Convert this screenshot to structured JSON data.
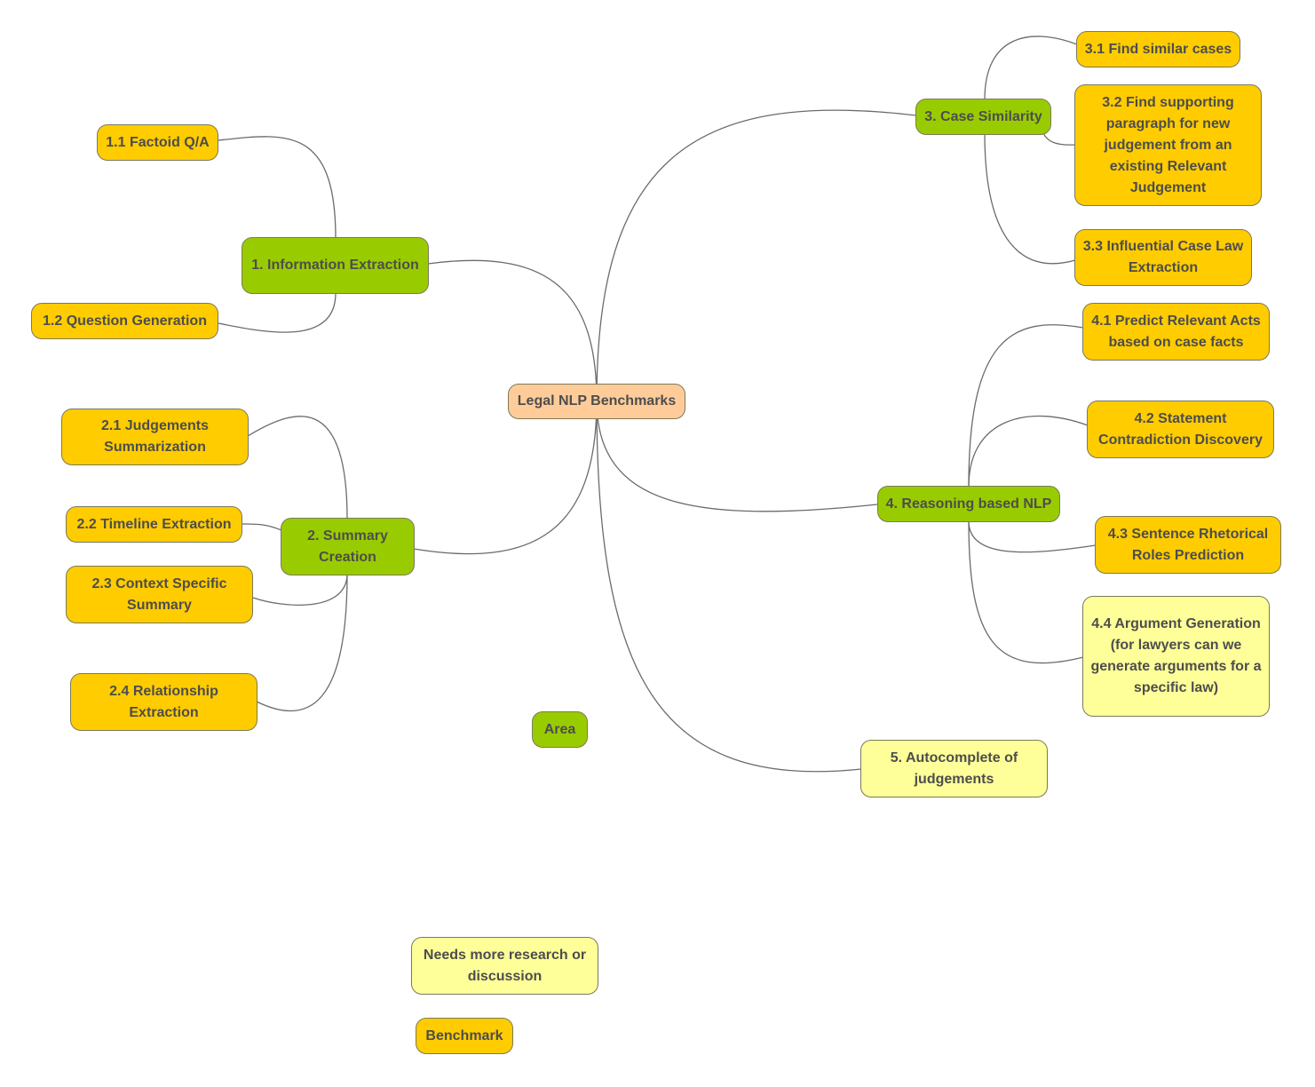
{
  "colors": {
    "root": "#ffcc99",
    "area": "#99cc00",
    "benchmark": "#ffcc00",
    "research": "#ffff99",
    "edge": "#6b6b6b",
    "text": "#4d4d4d"
  },
  "mindmap": {
    "root": "Legal NLP Benchmarks",
    "areas": {
      "a1": "1. Information Extraction",
      "a2": "2. Summary Creation",
      "a3": "3. Case Similarity",
      "a4": "4. Reasoning based NLP",
      "a5": "5. Autocomplete of judgements"
    },
    "items": {
      "i11": "1.1 Factoid Q/A",
      "i12": "1.2 Question Generation",
      "i21": "2.1 Judgements Summarization",
      "i22": "2.2 Timeline Extraction",
      "i23": "2.3 Context Specific Summary",
      "i24": "2.4 Relationship Extraction",
      "i31": "3.1 Find similar cases",
      "i32": "3.2 Find supporting paragraph for new judgement from an existing Relevant Judgement",
      "i33": "3.3 Influential Case Law Extraction",
      "i41": "4.1 Predict Relevant Acts based on case facts",
      "i42": "4.2 Statement Contradiction Discovery",
      "i43": "4.3 Sentence Rhetorical Roles Prediction",
      "i44": "4.4 Argument Generation (for lawyers can we generate arguments for a specific law)"
    }
  },
  "legend": {
    "area": "Area",
    "research": "Needs more research or discussion",
    "benchmark": "Benchmark"
  }
}
